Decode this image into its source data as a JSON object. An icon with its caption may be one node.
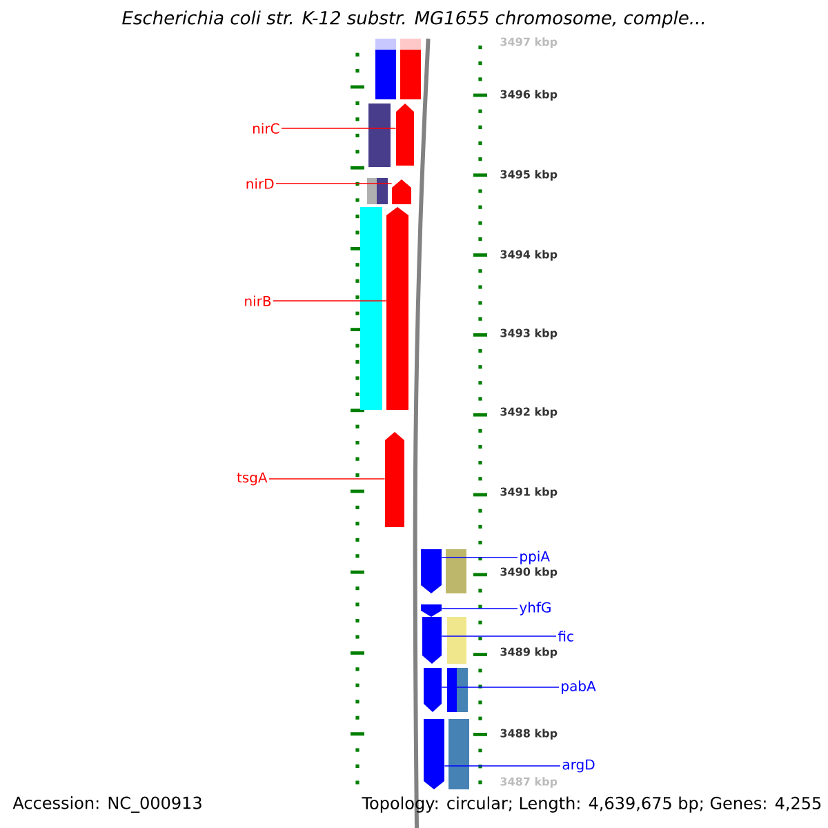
{
  "diagram": {
    "title": "Escherichia coli str. K-12 substr. MG1655 chromosome, comple...",
    "nodes": [
      {
        "text": [
          "nirC"
        ]
      },
      {
        "text": [
          "nirD"
        ]
      },
      {
        "text": [
          "nirB"
        ]
      },
      {
        "text": [
          "tsgA"
        ]
      },
      {
        "text": [
          "ppiA"
        ]
      },
      {
        "text": [
          "yhfG"
        ]
      },
      {
        "text": [
          "fic"
        ]
      },
      {
        "text": [
          "pabA"
        ]
      },
      {
        "text": [
          "argD"
        ]
      },
      {
        "text": [],
        "shape": "arrow"
      },
      {
        "text": [],
        "shape": "arrow"
      },
      {
        "text": [],
        "shape": "arrow"
      },
      {
        "text": [],
        "shape": "arrow"
      },
      {
        "text": [],
        "shape": "arrow"
      },
      {
        "text": [],
        "shape": "arrow"
      },
      {
        "text": [],
        "shape": "arrow"
      },
      {
        "text": [],
        "shape": "arrow"
      },
      {
        "text": [],
        "shape": "arrow"
      },
      {
        "text": [],
        "shape": "bar"
      },
      {
        "text": [],
        "shape": "bar"
      },
      {
        "text": [],
        "shape": "bar"
      },
      {
        "text": [],
        "shape": "bar"
      },
      {
        "text": [],
        "shape": "bar"
      },
      {
        "text": [],
        "shape": "bar"
      },
      {
        "text": [],
        "shape": "bar"
      },
      {
        "text": [],
        "shape": "bar"
      },
      {
        "text": [],
        "shape": "bar"
      }
    ],
    "edges": [
      {
        "from": 0,
        "to": 9,
        "arrow": "none",
        "color": "#ff0000"
      },
      {
        "from": 1,
        "to": 10,
        "arrow": "none",
        "color": "#ff0000"
      },
      {
        "from": 2,
        "to": 11,
        "arrow": "none",
        "color": "#ff0000"
      },
      {
        "from": 3,
        "to": 12,
        "arrow": "none",
        "color": "#ff0000"
      },
      {
        "from": 4,
        "to": 13,
        "arrow": "none"
      },
      {
        "from": 5,
        "to": 14,
        "arrow": "none"
      },
      {
        "from": 6,
        "to": 15,
        "arrow": "none"
      },
      {
        "from": 7,
        "to": 16,
        "arrow": "none"
      },
      {
        "from": 8,
        "to": 17,
        "arrow": "none"
      }
    ],
    "labels": [
      "3497 kbp",
      "3496 kbp",
      "3495 kbp",
      "3494 kbp",
      "3493 kbp",
      "3492 kbp",
      "3491 kbp",
      "3490 kbp",
      "3489 kbp",
      "3488 kbp",
      "3487 kbp",
      "Accession: NC_000913",
      "Topology: circular; Length: 4,639,675 bp; Genes: 4,255"
    ]
  }
}
